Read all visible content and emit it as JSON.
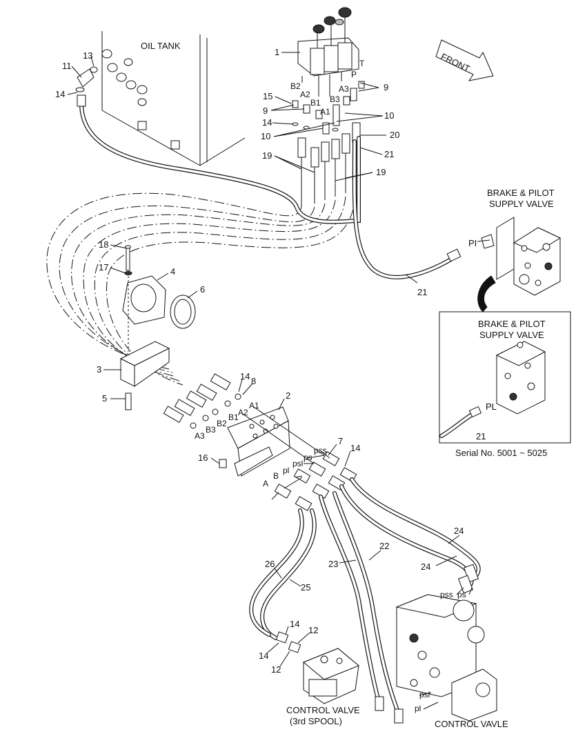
{
  "captions": {
    "oil_tank": "OIL TANK",
    "front": "FRONT",
    "brake_top_1": "BRAKE & PILOT",
    "brake_top_2": "SUPPLY VALVE",
    "brake_inset_1": "BRAKE & PILOT",
    "brake_inset_2": "SUPPLY VALVE",
    "serial": "Serial No. 5001 ~ 5025",
    "control_valve_3rd_1": "CONTROL VALVE",
    "control_valve_3rd_2": "(3rd SPOOL)",
    "control_valve": "CONTROL VAVLE"
  },
  "part_numbers": {
    "p1": "1",
    "p2": "2",
    "p3": "3",
    "p4": "4",
    "p5": "5",
    "p6": "6",
    "p7": "7",
    "p8": "8",
    "p9a": "9",
    "p9b": "9",
    "p10a": "10",
    "p10b": "10",
    "p11": "11",
    "p12a": "12",
    "p12b": "12",
    "p13": "13",
    "p14a": "14",
    "p14b": "14",
    "p14c": "14",
    "p14d": "14",
    "p14e": "14",
    "p14f": "14",
    "p15": "15",
    "p16": "16",
    "p17": "17",
    "p18": "18",
    "p19a": "19",
    "p19b": "19",
    "p20": "20",
    "p21a": "21",
    "p21b": "21",
    "p21c": "21",
    "p22": "22",
    "p23": "23",
    "p24a": "24",
    "p24b": "24",
    "p25": "25",
    "p26": "26"
  },
  "port_labels": {
    "top_B2": "B2",
    "top_A2": "A2",
    "top_B1": "B1",
    "top_A1": "A1",
    "top_B3": "B3",
    "top_A3": "A3",
    "top_P": "P",
    "top_T": "T",
    "mid_A1": "A1",
    "mid_A2": "A2",
    "mid_B1": "B1",
    "mid_B2": "B2",
    "mid_B3": "B3",
    "mid_A3": "A3",
    "pss": "pss",
    "ps": "ps",
    "psl": "psl",
    "pl": "pl",
    "B": "B",
    "A": "A",
    "cv_pss": "pss",
    "cv_ps": "ps",
    "cv_psl": "psl",
    "cv_pl": "pl",
    "PI": "PI",
    "PL": "PL"
  }
}
